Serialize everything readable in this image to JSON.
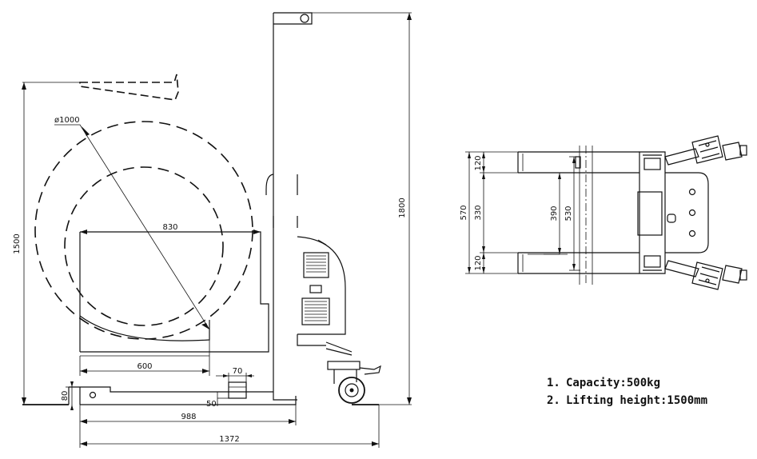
{
  "side_view": {
    "diameter_label": "ø1000",
    "dims": {
      "total_height": "1500",
      "mast_height": "1800",
      "cradle_width": "830",
      "base_inner": "600",
      "leg_block": "70",
      "leg_height": "80",
      "leg_gap": "50",
      "leg_length": "988",
      "overall_length": "1372"
    }
  },
  "top_view": {
    "dims": {
      "total_width": "570",
      "fork_top": "120",
      "fork_gap": "330",
      "fork_bottom": "120",
      "inner_opening": "390",
      "clamp_span": "530"
    }
  },
  "notes": [
    {
      "num": "1.",
      "text": "Capacity:500kg"
    },
    {
      "num": "2.",
      "text": "Lifting height:1500mm"
    }
  ]
}
